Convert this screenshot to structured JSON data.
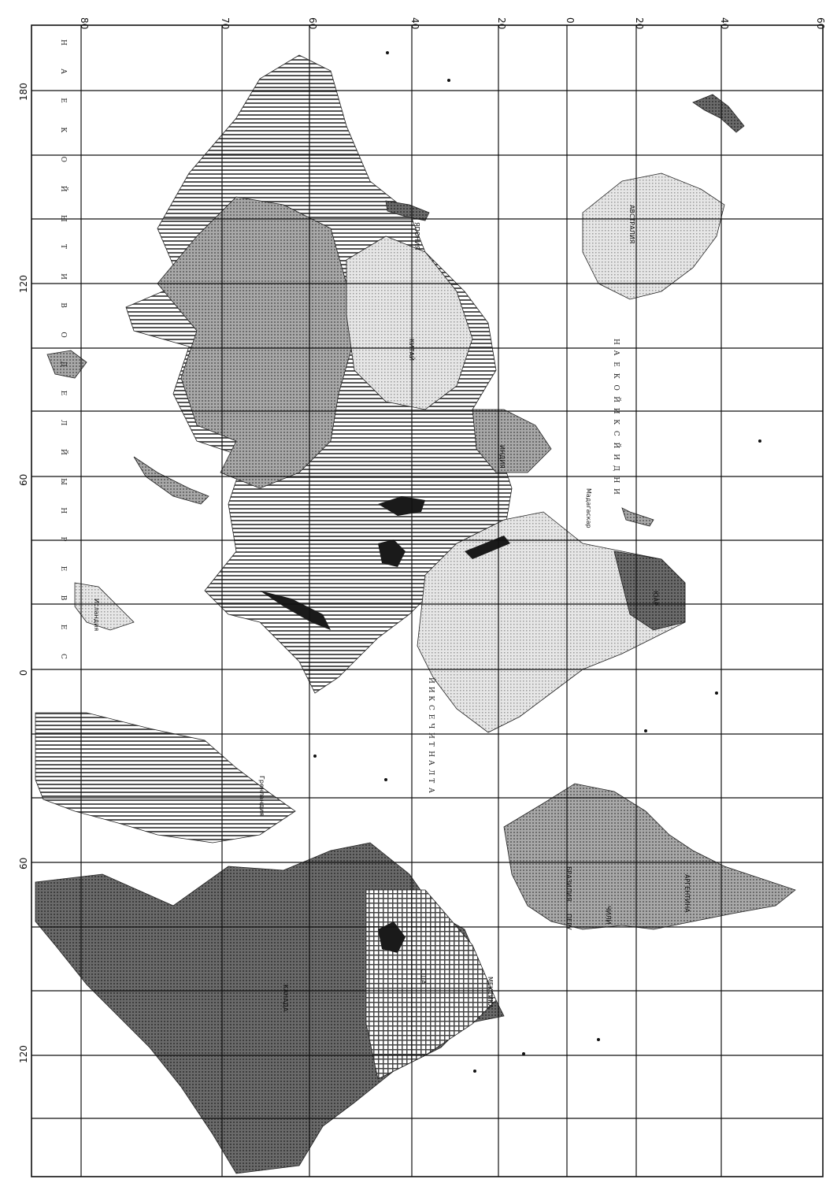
{
  "map": {
    "orientation": "rotated-90-clockwise",
    "colors": {
      "background": "#ffffff",
      "grid": "#111111",
      "land_dark": "#5a5a5a",
      "land_medium": "#8a8a8a",
      "land_light": "#c8c8c8",
      "land_pale": "#e2e2e2",
      "water_dark": "#1a1a1a"
    },
    "latitude_labels": [
      "80",
      "70",
      "60",
      "40",
      "20",
      "0",
      "20",
      "40",
      "60"
    ],
    "longitude_labels": [
      "180",
      "120",
      "60",
      "0",
      "60",
      "120"
    ],
    "degree_symbol": "0",
    "ocean_labels": {
      "arctic": [
        "С",
        "Е",
        "В",
        "Е",
        "Р",
        "Н",
        "Ы",
        "Й",
        "Л",
        "Е",
        "Д",
        "О",
        "В",
        "И",
        "Т",
        "Ы",
        "Й",
        "О",
        "К",
        "Е",
        "А",
        "Н"
      ],
      "indian": [
        "И",
        "Н",
        "Д",
        "И",
        "Й",
        "С",
        "К",
        "И",
        "Й",
        "О",
        "К",
        "Е",
        "А",
        "Н"
      ],
      "atlantic": [
        "А",
        "Т",
        "Л",
        "А",
        "Н",
        "Т",
        "И",
        "Ч",
        "Е",
        "С",
        "К",
        "И",
        "Й"
      ]
    },
    "place_labels": [
      "Гренландия",
      "Исландия",
      "ЯПОНИЯ",
      "КИТАЙ",
      "ИНДИЯ",
      "АВСТРАЛИЯ",
      "Мадагаскар",
      "ЮАР",
      "БРАЗИЛИЯ",
      "АРГЕНТИНА",
      "МЕКСИКА",
      "США",
      "КАНАДА",
      "ПЕРУ",
      "ЧИЛИ"
    ]
  }
}
